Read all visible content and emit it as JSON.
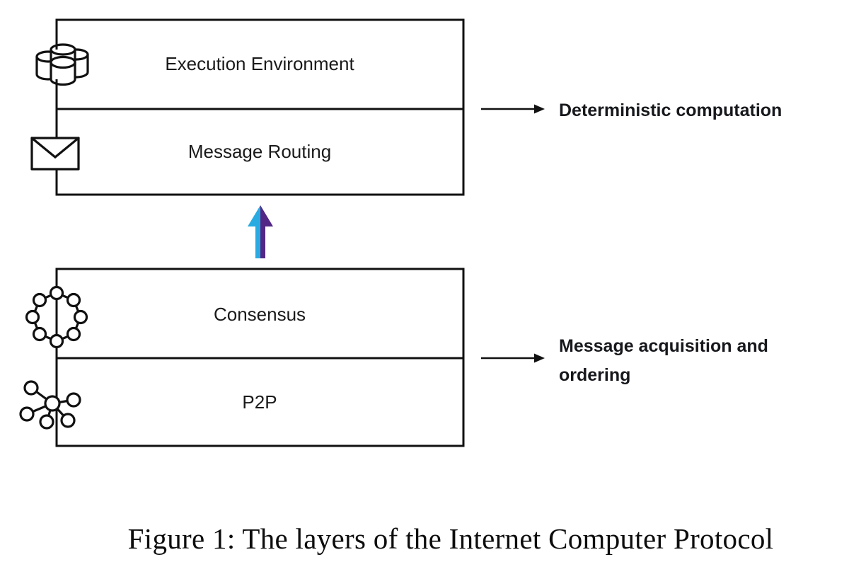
{
  "figure": {
    "caption": "Figure 1: The layers of the Internet Computer Protocol",
    "background_color": "#ffffff",
    "stroke_color": "#111111"
  },
  "upper_stack": {
    "name": "upper-layer-stack",
    "layers": [
      {
        "label": "Execution Environment",
        "icon": "database-cluster-icon"
      },
      {
        "label": "Message Routing",
        "icon": "envelope-icon"
      }
    ],
    "annotation": {
      "text": "Deterministic computation",
      "lines": [
        "Deterministic computation"
      ],
      "arrow": "right-arrow-icon"
    }
  },
  "lower_stack": {
    "name": "lower-layer-stack",
    "layers": [
      {
        "label": "Consensus",
        "icon": "node-ring-icon"
      },
      {
        "label": "P2P",
        "icon": "peer-network-icon"
      }
    ],
    "annotation": {
      "text": "Message acquisition and ordering",
      "lines": [
        "Message acquisition and",
        "ordering"
      ],
      "arrow": "right-arrow-icon"
    }
  },
  "connector": {
    "name": "upward-arrow",
    "icon": "up-arrow-icon",
    "color_left": "#29abe2",
    "color_right": "#522785"
  }
}
